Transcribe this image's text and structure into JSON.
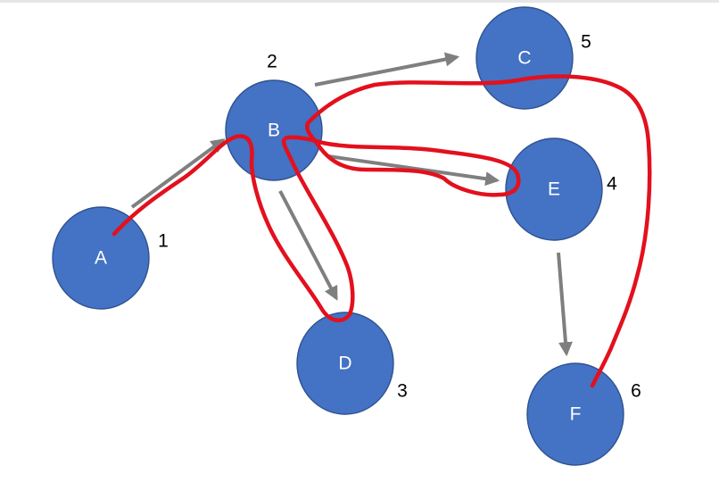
{
  "diagram": {
    "colors": {
      "node_fill": "#4472c4",
      "node_stroke": "#2f528f",
      "edge": "#7f7f7f",
      "trace": "#e3101d",
      "node_text": "#ffffff",
      "order_text": "#000000"
    },
    "nodes": [
      {
        "id": "A",
        "label": "A",
        "order": "1"
      },
      {
        "id": "B",
        "label": "B",
        "order": "2"
      },
      {
        "id": "D",
        "label": "D",
        "order": "3"
      },
      {
        "id": "E",
        "label": "E",
        "order": "4"
      },
      {
        "id": "C",
        "label": "C",
        "order": "5"
      },
      {
        "id": "F",
        "label": "F",
        "order": "6"
      }
    ],
    "edges": [
      {
        "from": "A",
        "to": "B"
      },
      {
        "from": "B",
        "to": "C"
      },
      {
        "from": "B",
        "to": "E"
      },
      {
        "from": "B",
        "to": "D"
      },
      {
        "from": "E",
        "to": "F"
      }
    ],
    "traversal_order": [
      "A",
      "B",
      "D",
      "E",
      "C",
      "F"
    ]
  }
}
